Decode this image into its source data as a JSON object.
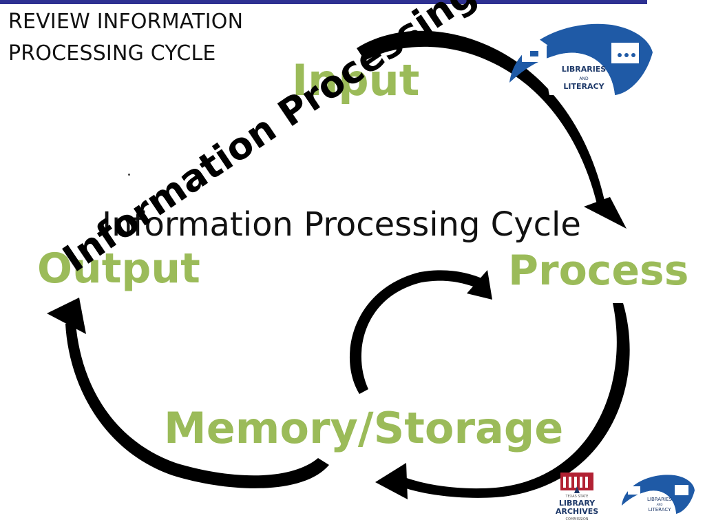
{
  "slide": {
    "title_line1": "REVIEW INFORMATION",
    "title_line2": "PROCESSING CYCLE",
    "center_text": "Information Processing Cycle",
    "diagonal_text": "Information Processing Cycle"
  },
  "stages": {
    "input": "Input",
    "process": "Process",
    "memory": "Memory/Storage",
    "output": "Output"
  },
  "logos": {
    "libraries_line1": "LIBRARIES",
    "libraries_line2": "AND",
    "libraries_line3": "LITERACY",
    "tsl_line1": "TEXAS STATE",
    "tsl_line2": "LIBRARY",
    "tsl_line3": "ARCHIVES",
    "tsl_line4": "COMMISSION"
  },
  "colors": {
    "stage_green": "#9bbb59",
    "logo_blue": "#1f5aa6",
    "top_bar": "#2e3192"
  }
}
